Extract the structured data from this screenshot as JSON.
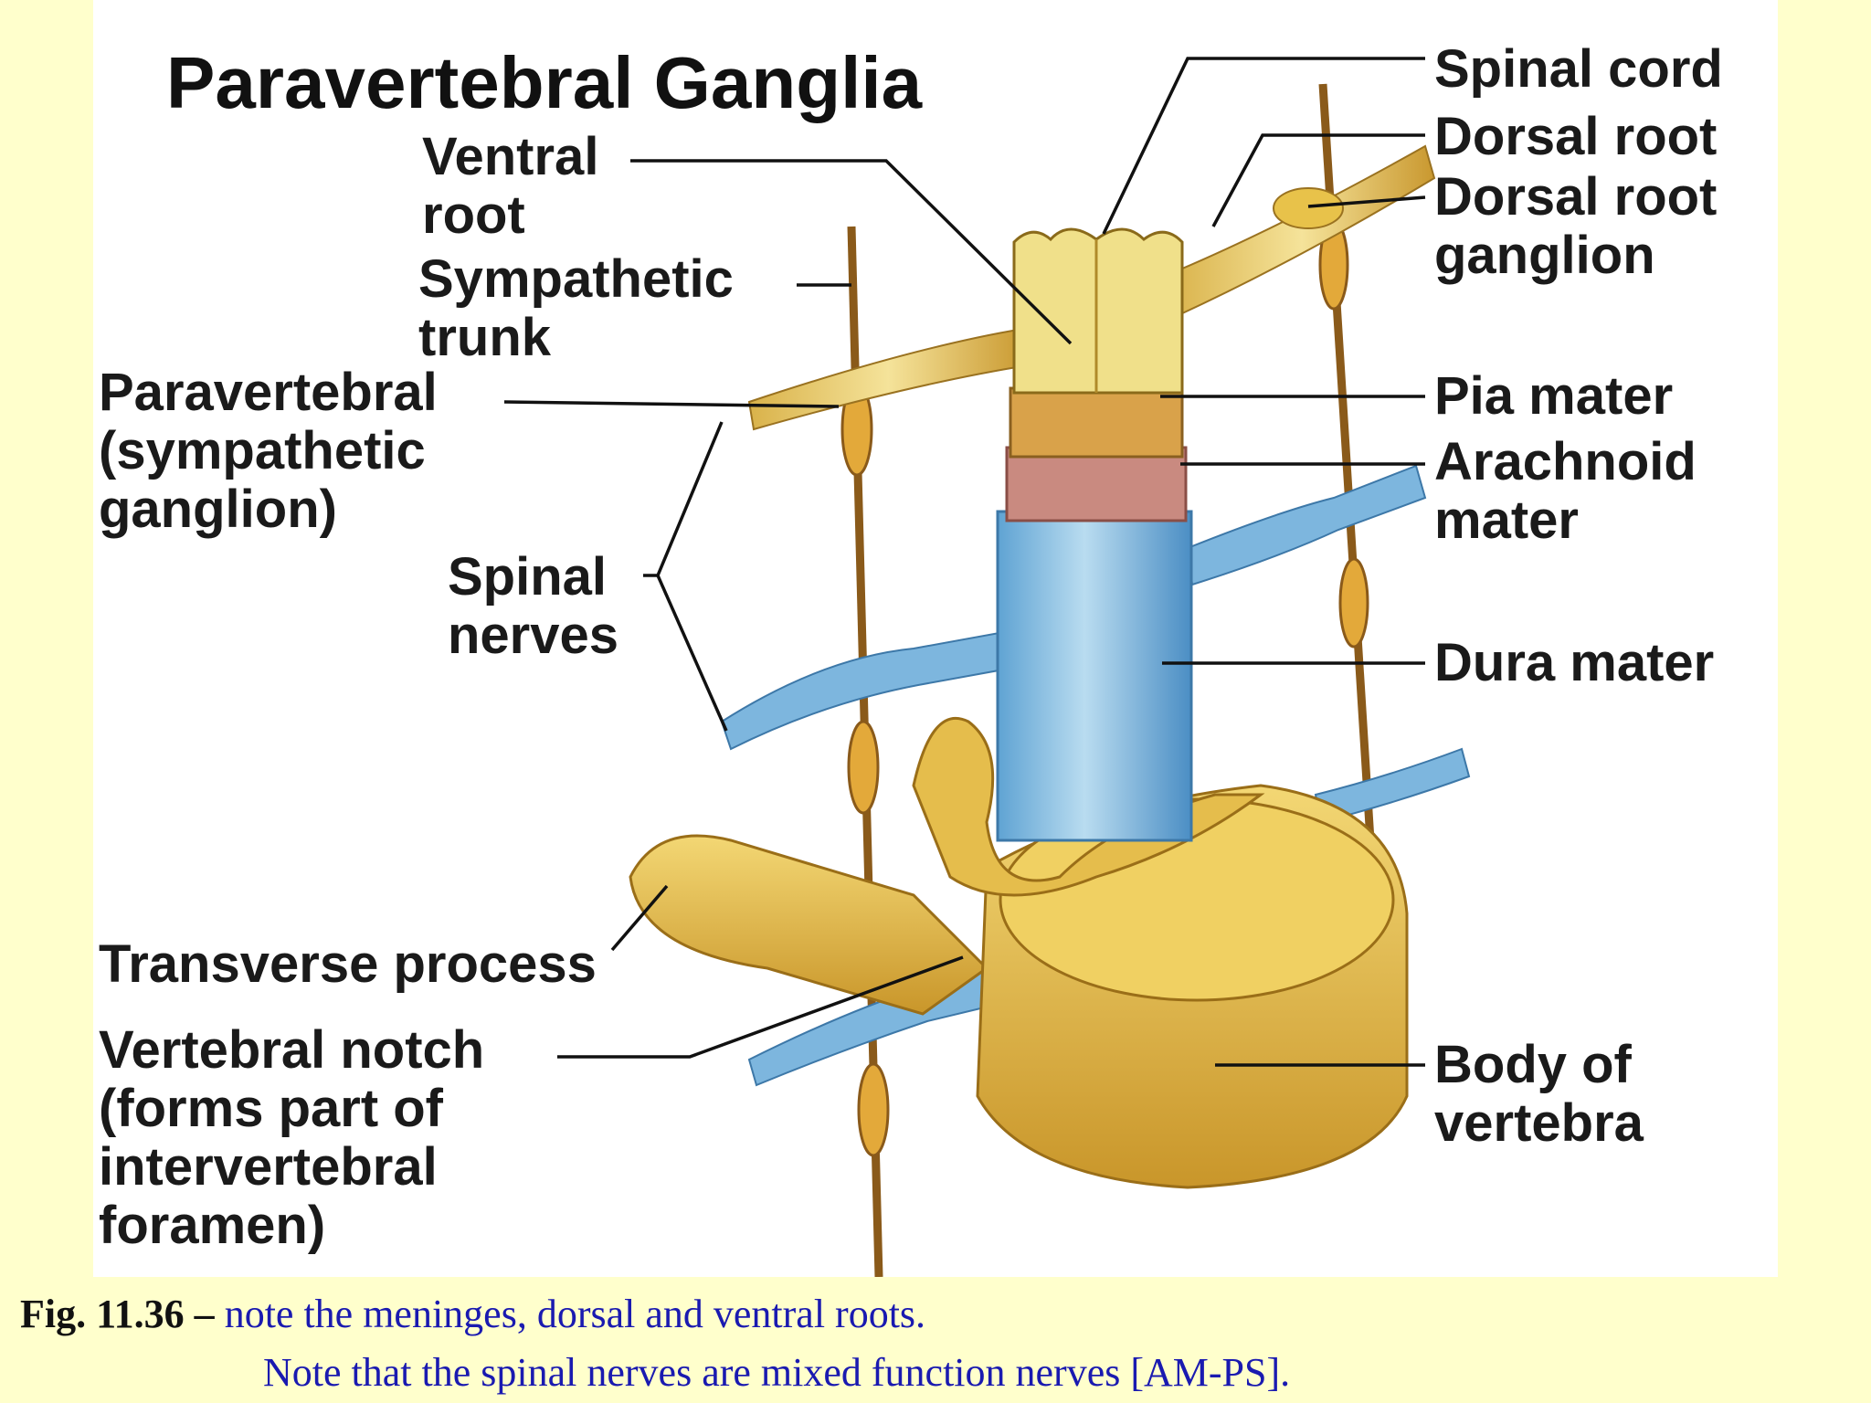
{
  "diagram": {
    "title": "Paravertebral Ganglia",
    "labels": {
      "ventral_root": "Ventral\nroot",
      "sympathetic_trunk": "Sympathetic\ntrunk",
      "paravertebral_ganglion": "Paravertebral\n(sympathetic\nganglion)",
      "spinal_nerves": "Spinal\nnerves",
      "transverse_process": "Transverse process",
      "vertebral_notch": "Vertebral notch\n(forms part of\nintervertebral\nforamen)",
      "spinal_cord": "Spinal cord",
      "dorsal_root": "Dorsal root",
      "dorsal_root_ganglion": "Dorsal root\nganglion",
      "pia_mater": "Pia mater",
      "arachnoid_mater": "Arachnoid\nmater",
      "dura_mater": "Dura mater",
      "body_of_vertebra": "Body of\nvertebra"
    }
  },
  "caption": {
    "fig_number": "Fig. 11.36 –",
    "line1": " note the meninges, dorsal and ventral roots.",
    "line2": "Note that the spinal nerves are mixed function nerves [AM-PS]."
  },
  "colors": {
    "page_background": "#ffffcc",
    "figure_background": "#ffffff",
    "caption_text": "#1a1ab0",
    "bone": "#e8c24a",
    "dura": "#8fc3e3",
    "arachnoid": "#c98a80",
    "pia": "#d9a24a",
    "cord": "#f0e08a"
  }
}
